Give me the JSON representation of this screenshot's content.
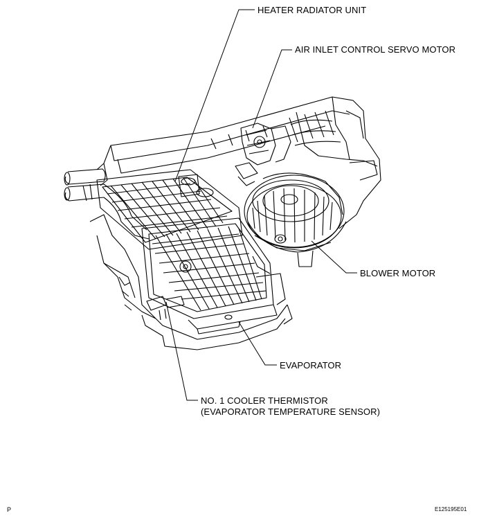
{
  "labels": {
    "heater_radiator": "HEATER RADIATOR UNIT",
    "servo_motor": "AIR INLET CONTROL SERVO MOTOR",
    "blower_motor": "BLOWER MOTOR",
    "evaporator": "EVAPORATOR",
    "thermistor_line1": "NO. 1 COOLER THERMISTOR",
    "thermistor_line2": "(EVAPORATOR TEMPERATURE SENSOR)"
  },
  "footer": {
    "left_mark": "P",
    "figure_code": "E125195E01"
  }
}
